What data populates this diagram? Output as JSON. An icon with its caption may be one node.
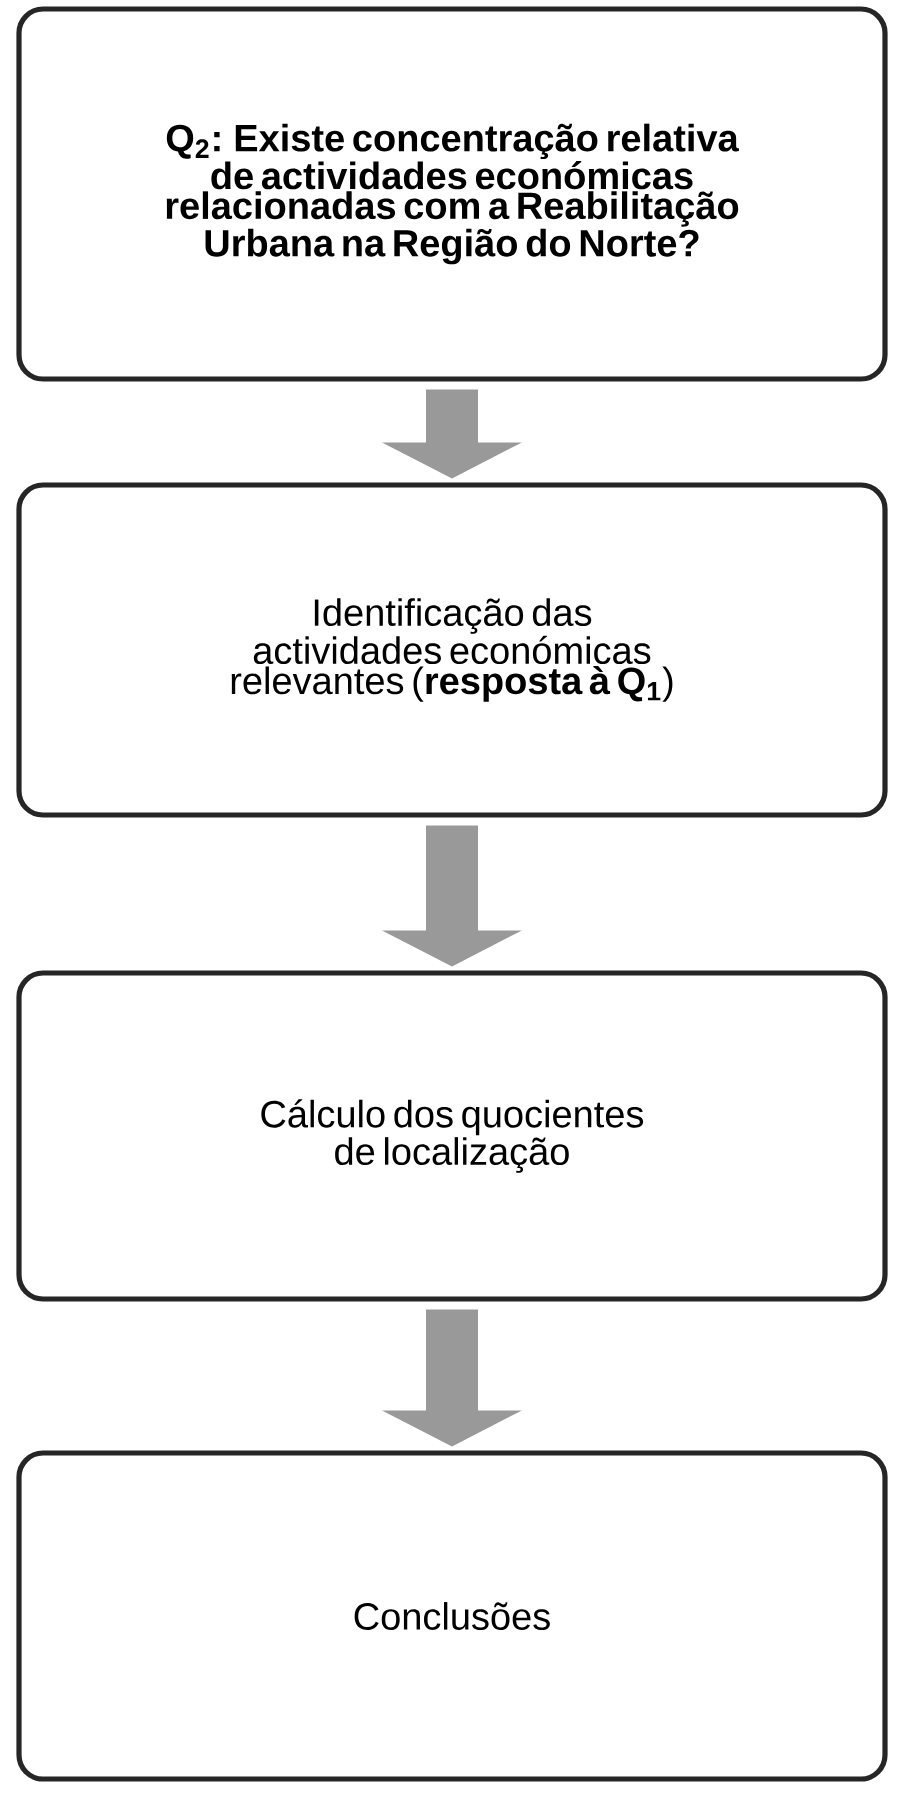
{
  "diagram": {
    "nodes": [
      {
        "text": [
          "Q$_{2}$: Existe concentração relativa de actividades económicas relacionadas com a Reabilitação Urbana na Região do Norte?"
        ]
      },
      {
        "text": [
          "Identificação das actividades económicas relevantes (**resposta à Q$_{1}$**)"
        ]
      },
      {
        "text": [
          "Cálculo dos quocientes de localização"
        ]
      },
      {
        "text": [
          "Conclusões"
        ]
      }
    ],
    "edges": [
      {
        "from": 0,
        "to": 1,
        "arrow": "to"
      },
      {
        "from": 1,
        "to": 2,
        "arrow": "to"
      },
      {
        "from": 2,
        "to": 3,
        "arrow": "to"
      }
    ]
  }
}
